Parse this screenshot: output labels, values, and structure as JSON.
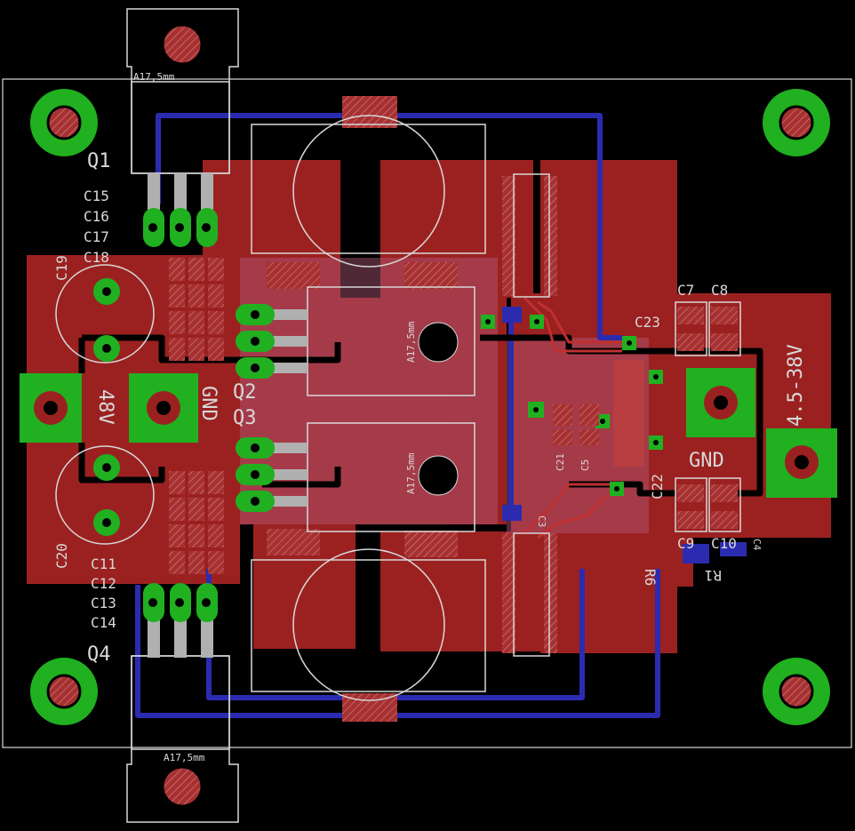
{
  "colors": {
    "background": "#000000",
    "copper_top": "#9b2121",
    "copper_bottom": "#2b2bb0",
    "pad": "#20b020",
    "silk": "#d8d8d8"
  },
  "labels": {
    "q1": "Q1",
    "q2": "Q2",
    "q3": "Q3",
    "q4": "Q4",
    "c15": "C15",
    "c16": "C16",
    "c17": "C17",
    "c18": "C18",
    "c19": "C19",
    "c20": "C20",
    "c11": "C11",
    "c12": "C12",
    "c13": "C13",
    "c14": "C14",
    "c7": "C7",
    "c8": "C8",
    "c9": "C9",
    "c10": "C10",
    "c23": "C23",
    "c22": "C22",
    "c21": "C21",
    "c5": "C5",
    "c4": "C4",
    "c3": "C3",
    "r1": "R1",
    "r6": "R6",
    "v48": "48V",
    "gnd_left": "GND",
    "vin_range": "4.5-38V",
    "gnd_right": "GND",
    "heatsink_top": "A17,5mm",
    "heatsink_bottom": "A17,5mm",
    "heatsink_q2": "A17,5mm",
    "heatsink_q3": "A17,5mm"
  },
  "icons": {
    "mounting_hole": "mounting-hole-icon",
    "terminal": "screw-terminal-icon"
  }
}
